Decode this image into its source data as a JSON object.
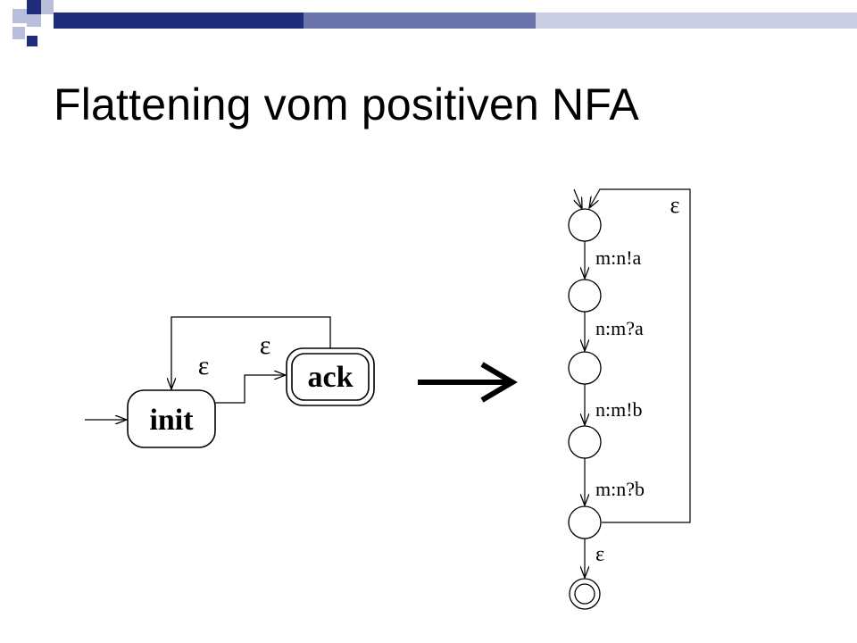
{
  "slide": {
    "title": "Flattening vom positiven NFA"
  },
  "colors": {
    "accent": "#1f2b7b",
    "accent_light": "#b9bedb",
    "line": "#000000"
  },
  "left_automaton": {
    "states": [
      {
        "label": "init"
      },
      {
        "label": "ack"
      }
    ],
    "edges": [
      {
        "label": "ε"
      },
      {
        "label": "ε"
      }
    ]
  },
  "right_automaton": {
    "transitions": [
      {
        "label": "m:n!a"
      },
      {
        "label": "n:m?a"
      },
      {
        "label": "n:m!b"
      },
      {
        "label": "m:n?b"
      },
      {
        "label": "ε"
      }
    ],
    "loop_label": "ε"
  }
}
